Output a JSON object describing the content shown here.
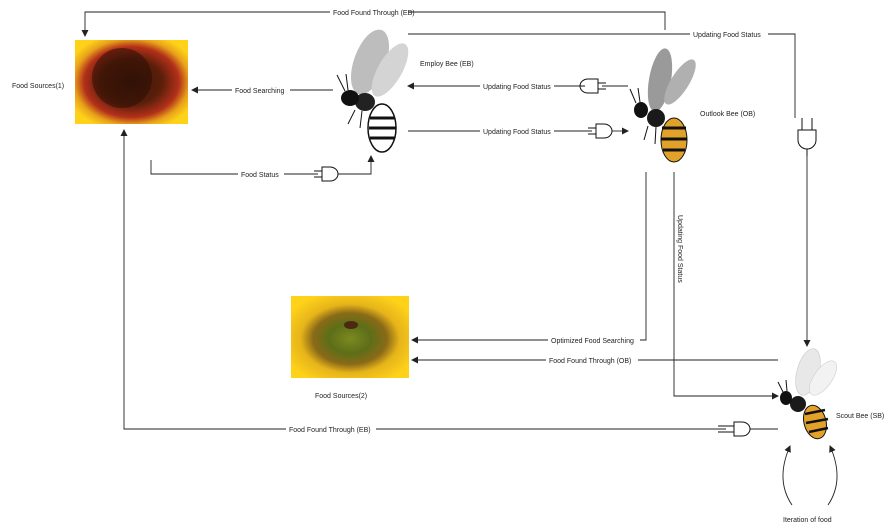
{
  "nodes": {
    "food_source_1": "Food Sources(1)",
    "food_source_2": "Food Sources(2)",
    "employ_bee": "Employ Bee (EB)",
    "outlook_bee": "Outlook Bee (OB)",
    "scout_bee": "Scout Bee (SB)"
  },
  "edges": {
    "top_food_found": "Food Found Through (EB)",
    "top_updating": "Updating Food Status",
    "food_searching": "Food Searching",
    "updating_1": "Updating Food Status",
    "updating_2": "Updating Food Status",
    "food_status": "Food Status",
    "updating_vertical": "Updating Food Status",
    "optimized": "Optimized Food Searching",
    "found_ob": "Food Found Through (OB)",
    "found_eb_bottom": "Food Found Through (EB)",
    "iteration": "Iteration of food"
  },
  "colors": {
    "line": "#222222",
    "sunflower_petal": "#ffd21a",
    "sunflower_center_1": "#3a1608",
    "sunflower_center_2": "#6d7a1c",
    "bee_body": "#111111",
    "bee_stripe": "#e2a22a",
    "bee_wing": "#9a9a9a"
  }
}
